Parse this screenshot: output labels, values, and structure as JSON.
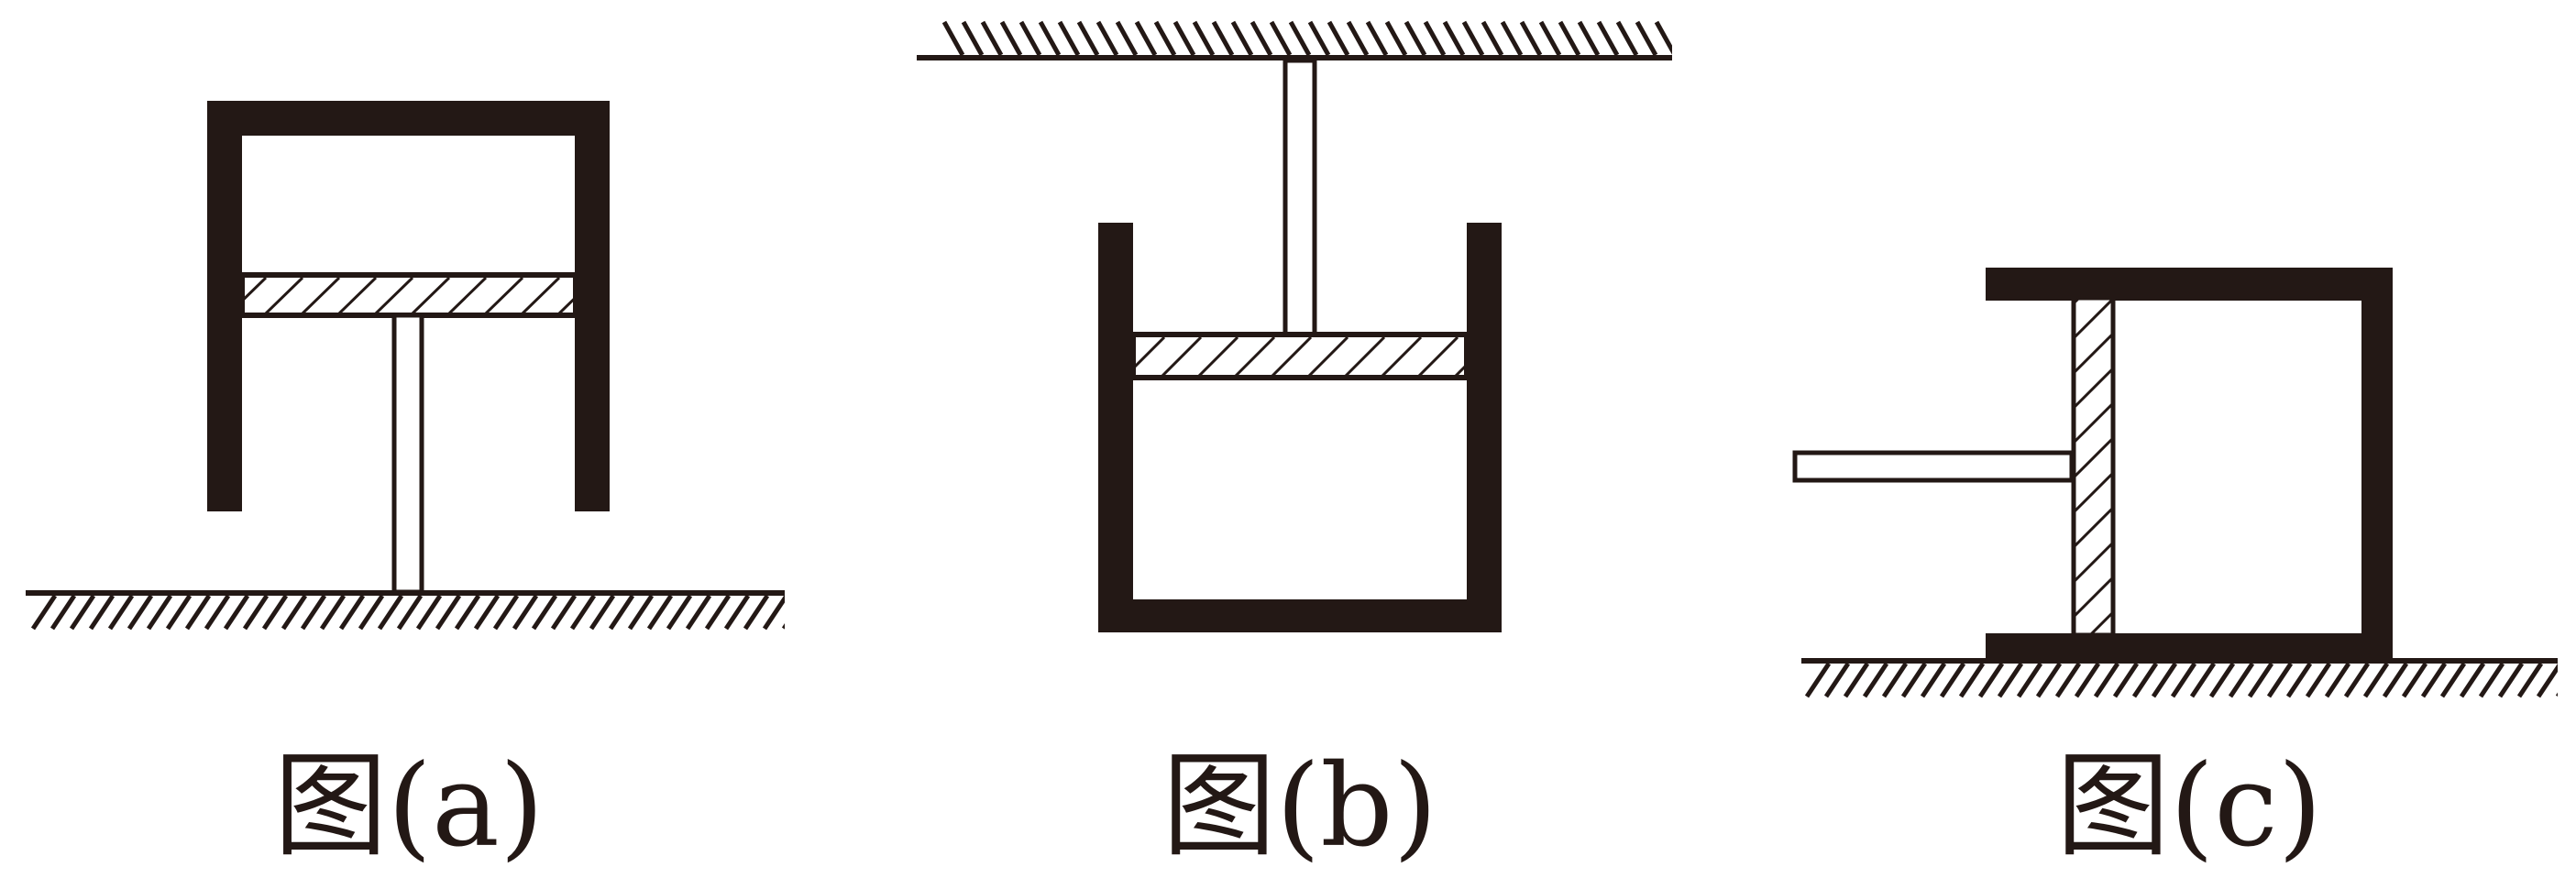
{
  "figures": [
    {
      "id": "a",
      "caption": "图(a)"
    },
    {
      "id": "b",
      "caption": "图(b)"
    },
    {
      "id": "c",
      "caption": "图(c)"
    }
  ],
  "colors": {
    "ink": "#231815",
    "background": "#ffffff"
  }
}
